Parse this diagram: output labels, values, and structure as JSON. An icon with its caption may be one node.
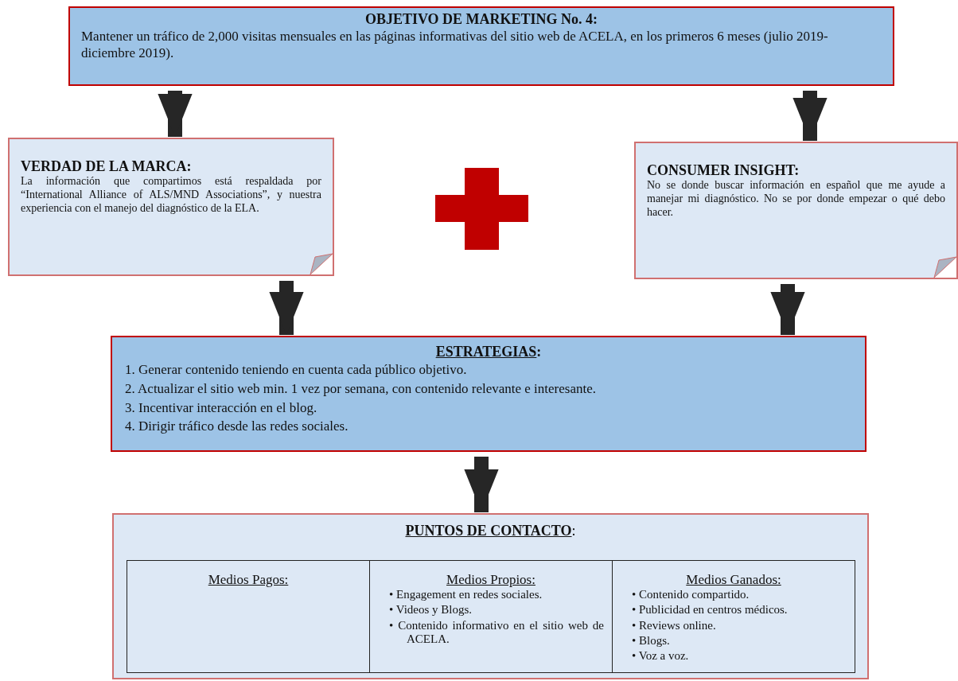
{
  "diagram": {
    "nodes": [
      {
        "text": [
          "OBJETIVO DE MARKETING No. 4:",
          "Mantener un tráfico de 2,000 visitas mensuales en las páginas informativas del sitio web de ACELA, en los primeros 6 meses (julio 2019-diciembre 2019)."
        ]
      },
      {
        "text": [
          "VERDAD DE LA MARCA:",
          "La información que compartimos está respaldada por “International Alliance of ALS/MND Associations”, y nuestra experiencia con el manejo del diagnóstico de la ELA."
        ]
      },
      {
        "text": [
          "CONSUMER INSIGHT:",
          "No se donde buscar información en español que me ayude a manejar mi diagnóstico. No se por donde empezar o qué debo hacer."
        ]
      },
      {
        "text": [
          "**ESTRATEGIAS**:",
          "1. Generar contenido teniendo en cuenta cada público objetivo.",
          "2. Actualizar el sitio web min. 1 vez por semana, con contenido relevante e interesante.",
          "3. Incentivar interacción en el blog.",
          "4. Dirigir tráfico desde las redes sociales."
        ]
      },
      {
        "text": [
          "**PUNTOS DE CONTACTO**:"
        ]
      },
      {
        "text": [
          "Medios Pagos:"
        ],
        "in": 4
      },
      {
        "text": [
          "Medios Propios:",
          "• Engagement en redes sociales.",
          "• Videos y Blogs.",
          "• Contenido informativo en el sitio web de ACELA."
        ],
        "in": 4
      },
      {
        "text": [
          "Medios Ganados:",
          "• Contenido compartido.",
          "• Publicidad en centros médicos.",
          "• Reviews online.",
          "• Blogs.",
          "• Voz a voz."
        ],
        "in": 4
      }
    ],
    "edges": [
      {
        "from": 0,
        "to": 1,
        "arrow": "to"
      },
      {
        "from": 0,
        "to": 2,
        "arrow": "to"
      },
      {
        "from": 1,
        "to": 3,
        "arrow": "to"
      },
      {
        "from": 2,
        "to": 3,
        "arrow": "to"
      },
      {
        "from": 3,
        "to": 4,
        "arrow": "to"
      }
    ]
  }
}
